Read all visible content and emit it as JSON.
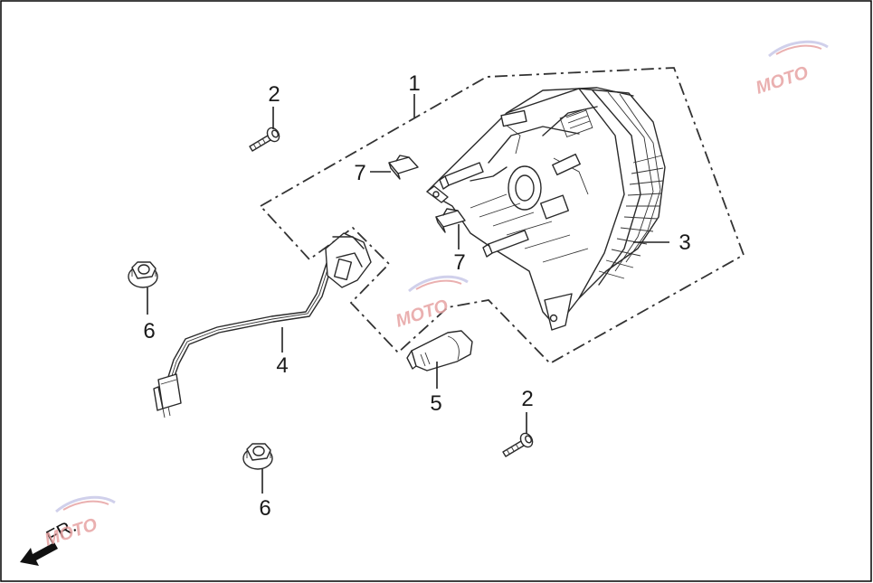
{
  "callouts": {
    "c1": "1",
    "c2a": "2",
    "c2b": "2",
    "c3": "3",
    "c4": "4",
    "c5": "5",
    "c6a": "6",
    "c6b": "6",
    "c7a": "7",
    "c7b": "7"
  },
  "direction_label": "FR.",
  "watermark": {
    "brand": "MOTO"
  },
  "colors": {
    "line": "#2a2a2a",
    "watermark": "#e7a3a3",
    "background": "#ffffff"
  }
}
